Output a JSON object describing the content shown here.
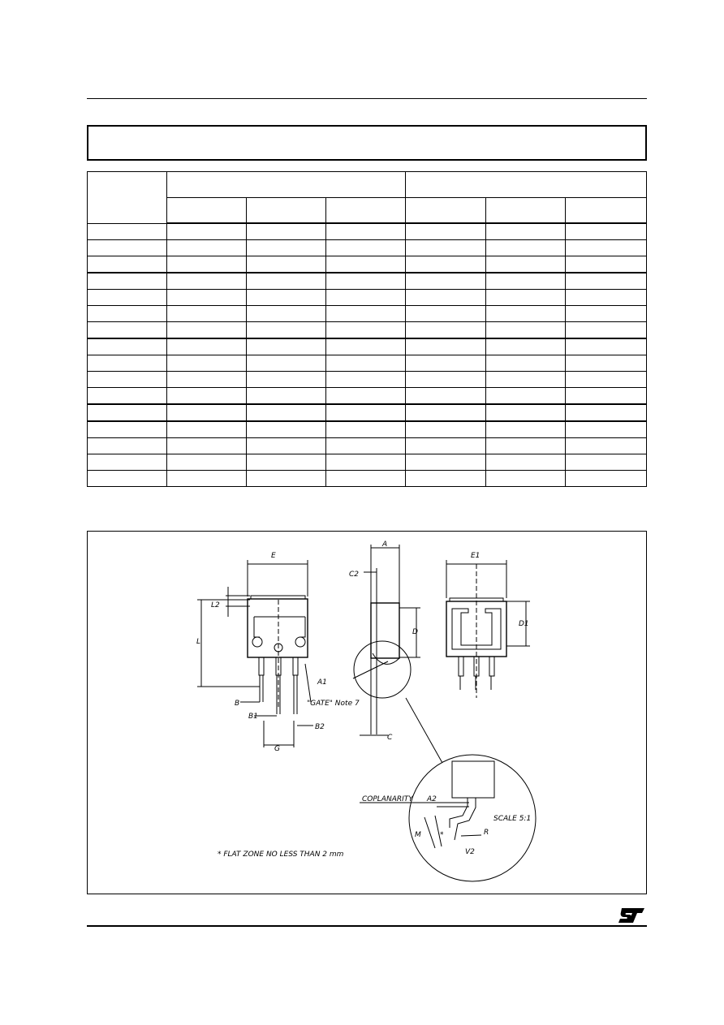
{
  "drawing": {
    "labels": {
      "e": "E",
      "l2": "L2",
      "l": "L",
      "b": "B",
      "b1": "B1",
      "b2": "B2",
      "g": "G",
      "gate_note": "\"GATE\" Note 7",
      "a": "A",
      "c2": "C2",
      "d": "D",
      "a1": "A1",
      "c": "C",
      "e1": "E1",
      "d1": "D1",
      "coplanarity": "COPLANARITY",
      "a2": "A2",
      "scale": "SCALE 5:1",
      "r": "R",
      "m": "M",
      "star": "*",
      "v2": "V2",
      "flat_zone_note": "*   FLAT ZONE NO LESS THAN 2  mm"
    }
  },
  "logo": {
    "name": "st-logo"
  }
}
